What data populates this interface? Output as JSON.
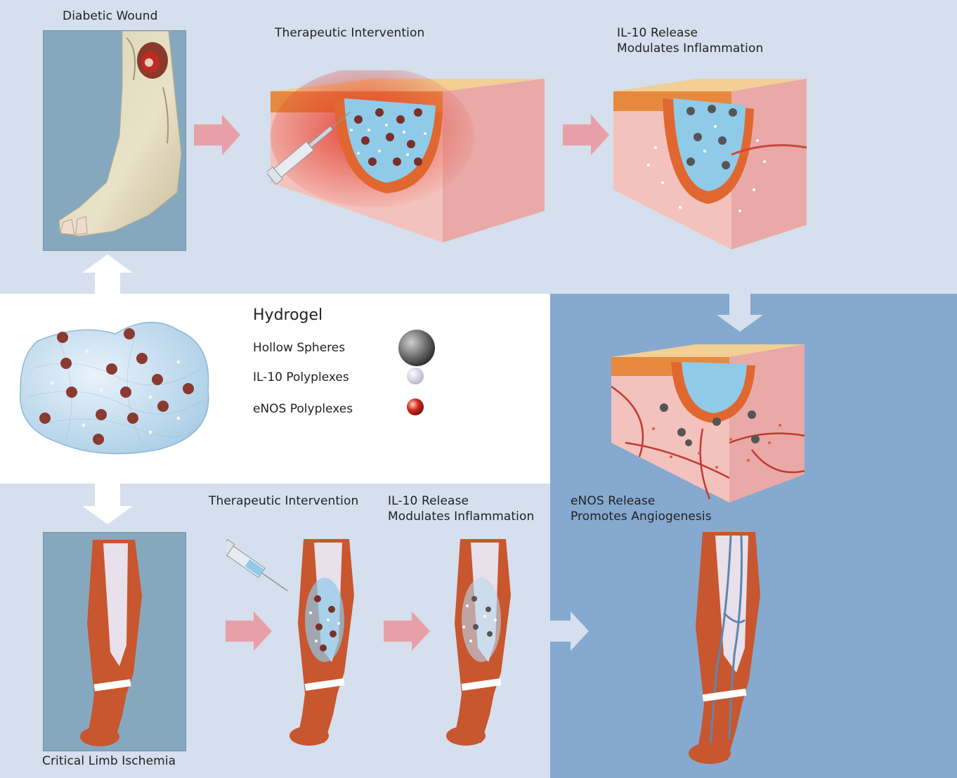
{
  "top": {
    "diabetic_wound": "Diabetic Wound",
    "therapeutic_intervention": "Therapeutic Intervention",
    "il10_release_line1": "IL-10 Release",
    "il10_release_line2": "Modulates Inflammation"
  },
  "legend": {
    "title": "Hydrogel",
    "items": [
      {
        "label": "Hollow Spheres",
        "icon": "hollow-sphere-icon"
      },
      {
        "label": "IL-10 Polyplexes",
        "icon": "il10-polyplex-icon"
      },
      {
        "label": "eNOS Polyplexes",
        "icon": "enos-polyplex-icon"
      }
    ]
  },
  "bottom": {
    "critical_limb_ischemia": "Critical Limb Ischemia",
    "therapeutic_intervention": "Therapeutic Intervention",
    "il10_release_line1": "IL-10 Release",
    "il10_release_line2": "Modulates Inflammation",
    "enos_release_line1": "eNOS Release",
    "enos_release_line2": "Promotes Angiogenesis"
  },
  "colors": {
    "light_panel": "#d5dfee",
    "dark_panel": "#85a9cf",
    "pink_arrow": "#e8a0a8",
    "white_arrow": "#ffffff",
    "skin": "#f4c2bd",
    "tissue_orange": "#e0672f",
    "hydrogel_blue": "#8fcbe8"
  }
}
